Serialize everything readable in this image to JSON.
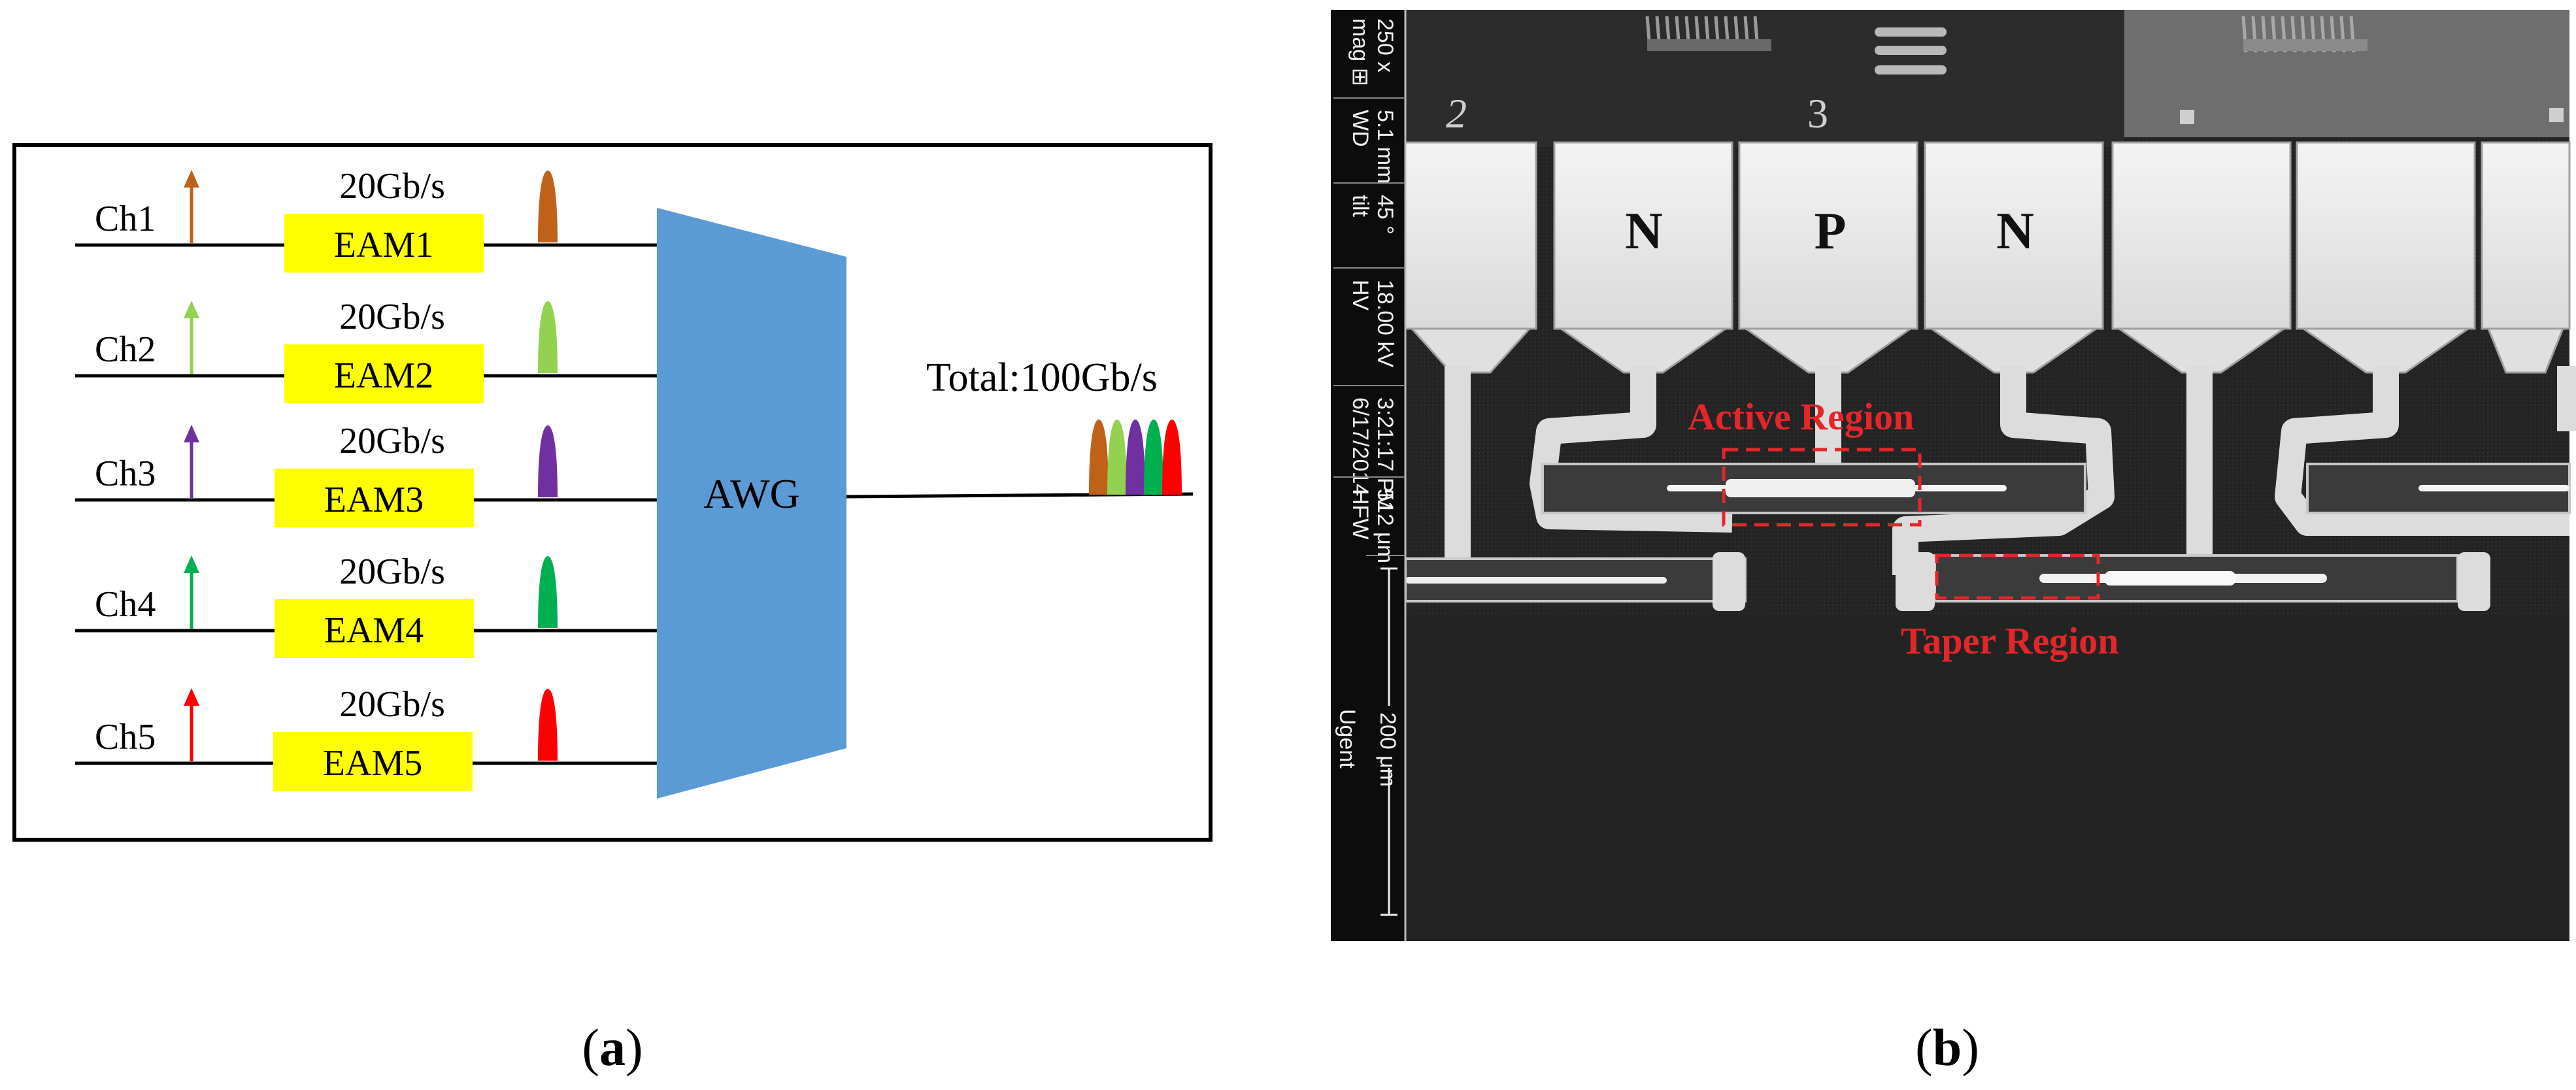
{
  "panel_a": {
    "channels": [
      {
        "label": "Ch1",
        "rate": "20Gb/s",
        "modulator": "EAM1",
        "color": "#c0611a"
      },
      {
        "label": "Ch2",
        "rate": "20Gb/s",
        "modulator": "EAM2",
        "color": "#93d150"
      },
      {
        "label": "Ch3",
        "rate": "20Gb/s",
        "modulator": "EAM3",
        "color": "#7030a0"
      },
      {
        "label": "Ch4",
        "rate": "20Gb/s",
        "modulator": "EAM4",
        "color": "#00b050"
      },
      {
        "label": "Ch5",
        "rate": "20Gb/s",
        "modulator": "EAM5",
        "color": "#ff0000"
      }
    ],
    "mux_label": "AWG",
    "mux_color": "#5b9bd5",
    "eam_color": "#ffff00",
    "total_label": "Total:100Gb/s",
    "caption": {
      "open": "(",
      "letter": "a",
      "close": ")"
    }
  },
  "panel_b": {
    "info_bar": [
      "mag ⊞",
      "250 x",
      "WD",
      "5.1 mm",
      "tilt",
      "45 °",
      "HV",
      "18.00 kV",
      "6/17/2014",
      "3:21:17 PM",
      "HFW",
      "512 μm"
    ],
    "scale_bar": "200 μm",
    "institution": "Ugent",
    "pad_labels": [
      "N",
      "P",
      "N"
    ],
    "device_numbers": [
      "2",
      "3"
    ],
    "annotations": {
      "active": "Active Region",
      "taper": "Taper Region"
    },
    "annotation_color": "#e3262a",
    "caption": {
      "open": "(",
      "letter": "b",
      "close": ")"
    }
  }
}
